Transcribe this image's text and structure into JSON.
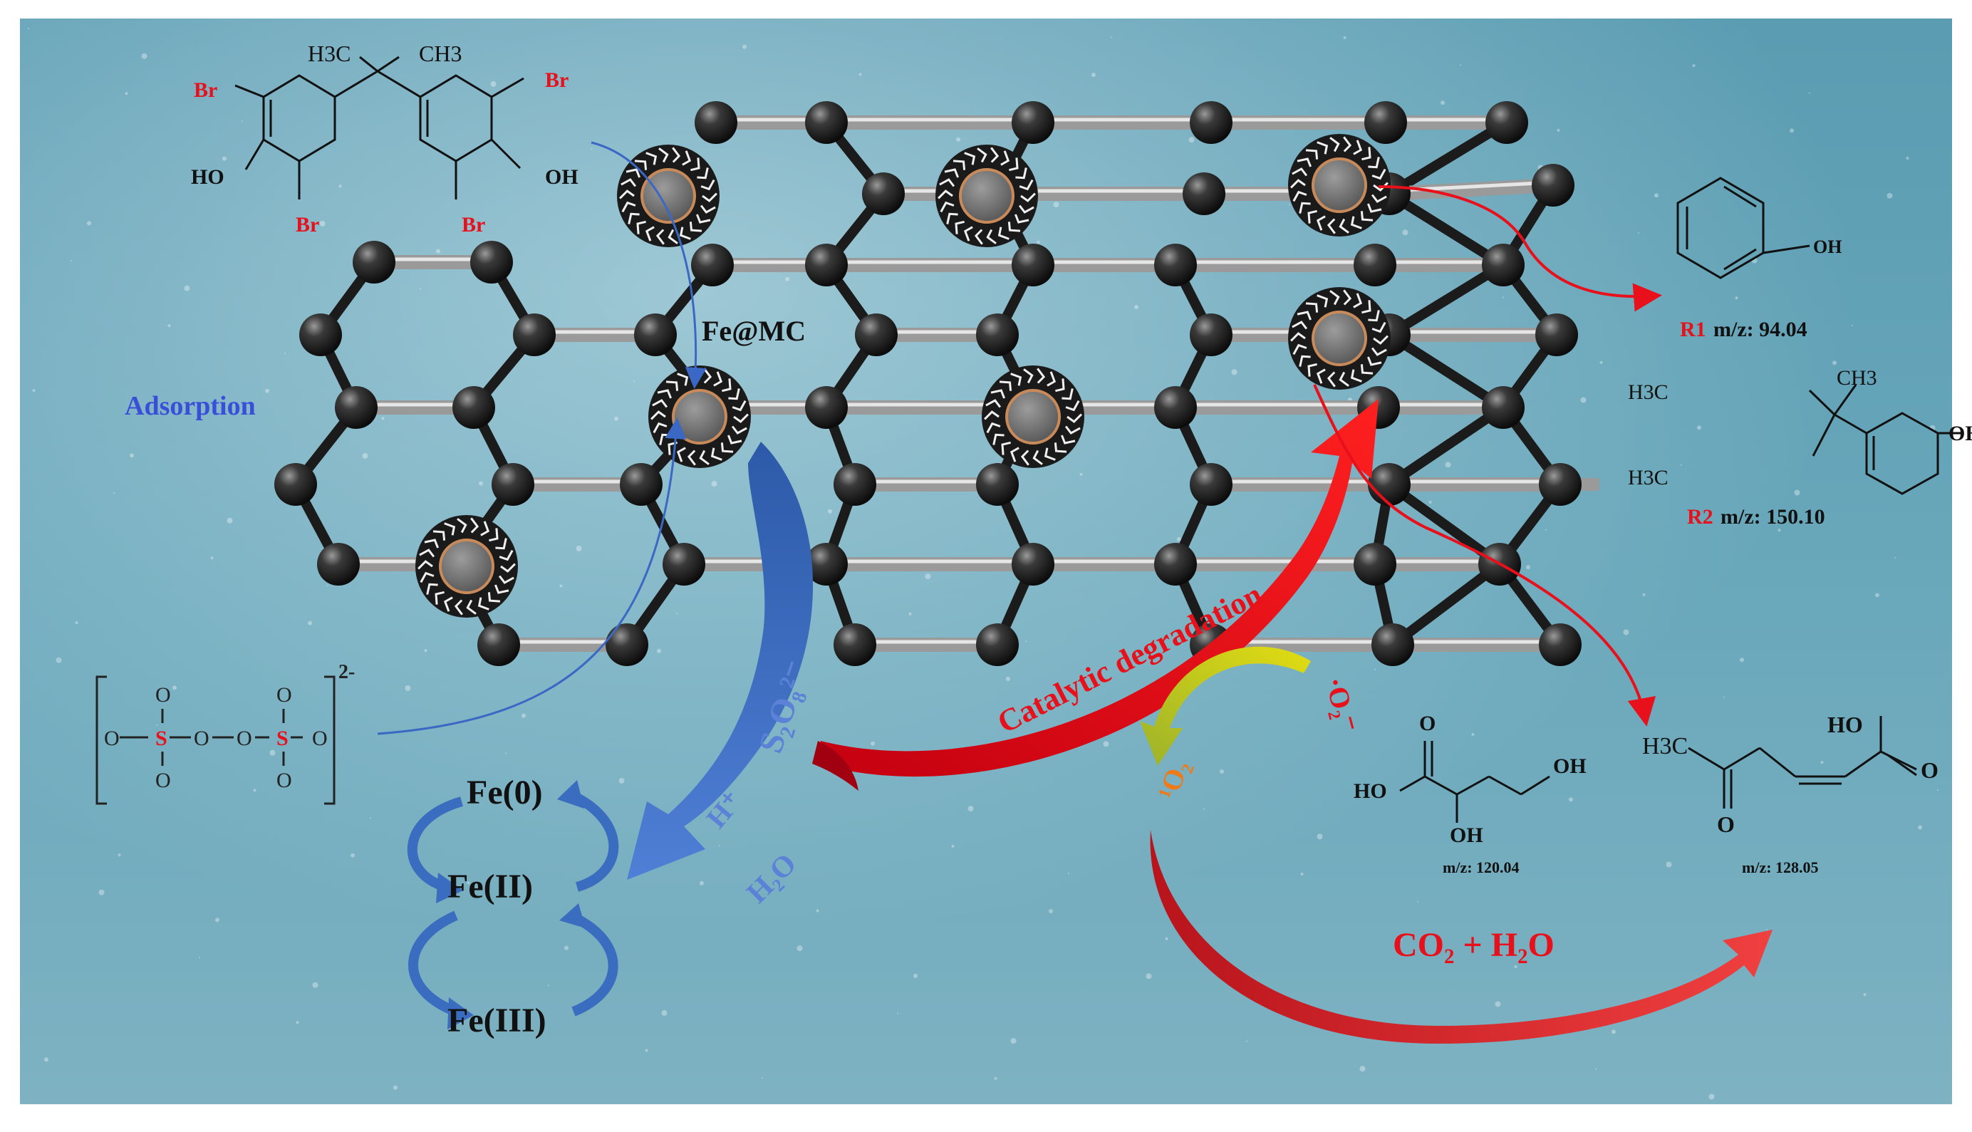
{
  "colors": {
    "water_top": "#5f9fb3",
    "water_bottom": "#7aaebe",
    "blue": "#3a68c4",
    "red": "#e8101a",
    "black": "#111111",
    "sphere": "#2a2a2a",
    "yellow": "#d8d010"
  },
  "molecule_tbbpa": {
    "h3c": "H3C",
    "ch3": "CH3",
    "br_tl": "Br",
    "br_bl": "Br",
    "br_tr": "Br",
    "br_br": "Br",
    "ho": "HO",
    "oh": "OH"
  },
  "labels": {
    "fe_mc": "Fe@MC",
    "adsorption": "Adsorption",
    "catalytic_degradation": "Catalytic degradation",
    "s2o8": "S₂O₈²⁻",
    "h_plus": "H⁺",
    "h2o": "H₂O",
    "superoxide": "·O₂⁻",
    "singlet_oxygen": "¹O₂",
    "co2_h2o": "CO₂ + H₂O"
  },
  "persulfate": {
    "o": "O",
    "s": "S",
    "charge": "2-"
  },
  "fe_cycle": {
    "fe0": "Fe(0)",
    "fe2": "Fe(II)",
    "fe3": "Fe(III)"
  },
  "products": {
    "r1_tag": "R1",
    "r1_mz": "m/z: 94.04",
    "r1_oh": "OH",
    "r2_tag": "R2",
    "r2_mz": "m/z: 150.10",
    "r2_h3c_top": "H3C",
    "r2_ch3": "CH3",
    "r2_h3c_bottom": "H3C",
    "r2_oh": "OH",
    "p3_o": "O",
    "p3_ho": "HO",
    "p3_oh_bottom": "OH",
    "p3_oh_right": "OH",
    "p3_mz": "m/z: 120.04",
    "p4_h3c": "H3C",
    "p4_ho": "HO",
    "p4_o_right": "O",
    "p4_o_bottom": "O",
    "p4_mz": "m/z: 128.05"
  }
}
